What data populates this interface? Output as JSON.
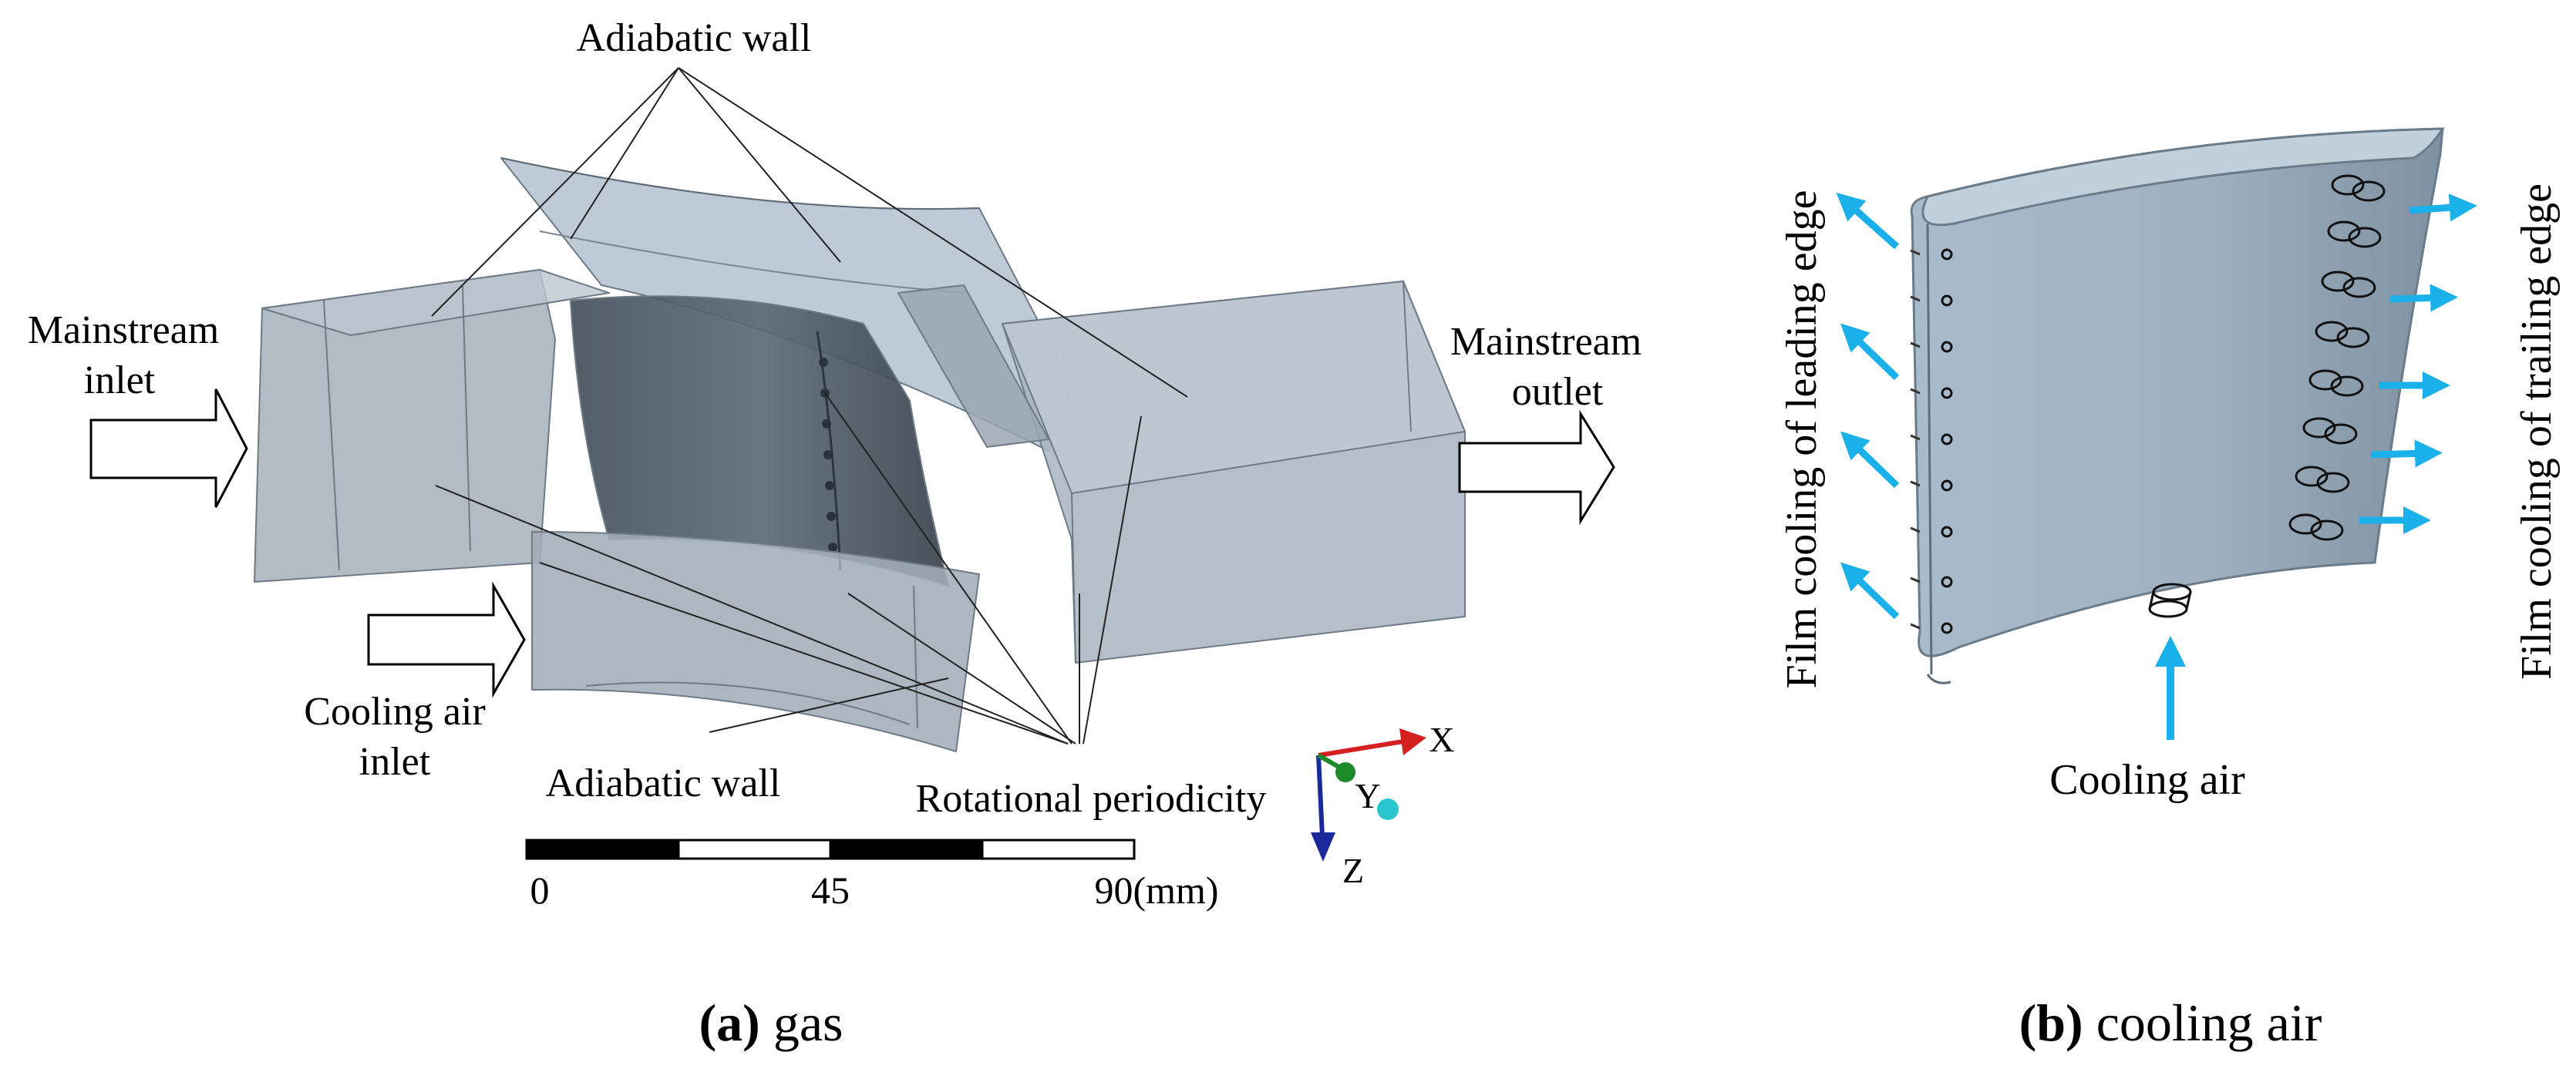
{
  "panel_a": {
    "labels": {
      "adiabatic_wall_top": "Adiabatic wall",
      "mainstream_inlet_1": "Mainstream",
      "mainstream_inlet_2": "inlet",
      "mainstream_outlet_1": "Mainstream",
      "mainstream_outlet_2": "outlet",
      "cooling_air_inlet_1": "Cooling air",
      "cooling_air_inlet_2": "inlet",
      "adiabatic_wall_bottom": "Adiabatic wall",
      "rotational_periodicity": "Rotational periodicity"
    },
    "scale_bar": {
      "tick_0": "0",
      "tick_45": "45",
      "tick_90": "90(mm)"
    },
    "axes": {
      "x": "X",
      "y": "Y",
      "z": "Z"
    },
    "caption": {
      "letter": "(a)",
      "text": " gas"
    }
  },
  "panel_b": {
    "labels": {
      "leading_edge": "Film cooling of leading edge",
      "trailing_edge": "Film cooling of trailing edge",
      "cooling_air": "Cooling air"
    },
    "caption": {
      "letter": "(b)",
      "text": " cooling air"
    }
  },
  "colors": {
    "accent_arrow": "#1ab0ea",
    "axis_x": "#d42020",
    "axis_y": "#1e8a2a",
    "axis_z": "#1a2a9a",
    "body_grey": "#a8b4c2"
  }
}
